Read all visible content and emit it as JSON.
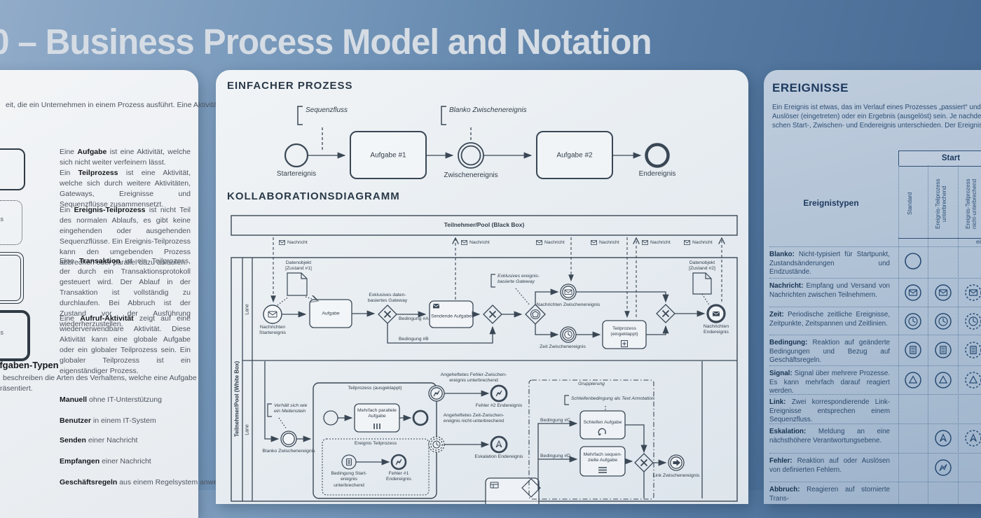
{
  "poster": {
    "title": "0 – Business Process Model and Notation"
  },
  "left_panel": {
    "intro_fragment": "eit, die ein Unternehmen in einem Prozess ausführt. Eine Aktivität",
    "shape_fragment_1": "ss",
    "shape_fragment_2": "ss",
    "definitions": [
      {
        "pre": "Eine ",
        "term": "Aufgabe",
        "post": " ist eine Aktivität, welche sich nicht weiter verfeinern lässt."
      },
      {
        "pre": "Ein ",
        "term": "Teilprozess",
        "post": " ist eine Aktivität, welche sich durch weitere Aktivitäten, Gateways, Ereignisse und Sequenzflüsse zusammensetzt."
      },
      {
        "pre": "Ein ",
        "term": "Ereignis-Teilprozess",
        "post": " ist nicht Teil des normalen Ablaufs, es gibt keine eingehenden oder ausgehenden Sequenzflüsse. Ein Ereignis-Teilprozess kann den umgebenden Prozess abbrechen oder parallel dazu ablaufen."
      },
      {
        "pre": "Eine ",
        "term": "Transaktion",
        "post": " ist ein Teilprozess, der durch ein Transaktionsprotokoll gesteuert wird. Der Ablauf in der Transaktion ist vollständig zu durchlaufen. Bei Abbruch ist der Zustand vor der Ausführung wiederherzustellen."
      },
      {
        "pre": "Eine ",
        "term": "Aufruf-Aktivität",
        "post": " zeigt auf eine wiederverwendbare Aktivität. Diese Aktivität kann eine globale Aufgabe oder ein globaler Teilprozess sein. Ein globaler Teilprozess ist ein eigenständiger Prozess."
      }
    ],
    "types_heading": "Aufgaben-Typen",
    "types_intro_line1": "beschreiben die Arten des Verhaltens, welche eine Aufgabe",
    "types_intro_line2": "räsentiert.",
    "task_types": [
      {
        "term": "Manuell",
        "rest": " ohne IT-Unterstützung"
      },
      {
        "term": "Benutzer",
        "rest": " in einem IT-System"
      },
      {
        "term": "Senden",
        "rest": " einer Nachricht"
      },
      {
        "term": "Empfangen",
        "rest": " einer Nachricht"
      },
      {
        "term": "Geschäftsregeln",
        "rest": " aus einem Regelsystem anwenden"
      }
    ]
  },
  "simple_process": {
    "heading": "EINFACHER PROZESS",
    "annotation_sequence_flow": "Sequenzfluss",
    "annotation_blank_event": "Blanko Zwischenereignis",
    "start_event": "Startereignis",
    "task1": "Aufgabe #1",
    "intermediate_event": "Zwischenereignis",
    "task2": "Aufgabe #2",
    "end_event": "Endereignis"
  },
  "collab": {
    "heading": "KOLLABORATIONSDIAGRAMM",
    "black_box_pool": "Teilnehmer/Pool (Black Box)",
    "white_box_pool": "Teilnehmer/Pool (White Box)",
    "lane_label": "Lane",
    "message_label": "Nachricht",
    "l1": {
      "msg_start": "Nachrichten Startereignis",
      "data_obj1": "Datenobjekt [Zustand #1]",
      "task": "Aufgabe",
      "gw1_label": "Exklusives daten-basiertes Gateway",
      "cond_a": "Bedingung #A",
      "send_task": "Sendende Aufgabe",
      "cond_b": "Bedingung #B",
      "event_gw_annotation": "Exklusives ereignis-basierte Gateway",
      "msg_intermediate": "Nachrichten Zwischenereignis",
      "timer_intermediate": "Zeit Zwischenereignis",
      "collapsed_sub": "Teilprozess (eingeklappt)",
      "data_obj2": "Datenobjekt [Zustand #2]",
      "msg_end": "Nachrichten Endereignis"
    },
    "l2": {
      "milestone_annotation": "Verhält sich wie ein Meilenstein",
      "blanko_intermediate": "Blanko Zwischenereignis",
      "expanded_sub": "Teilprozess (ausgeklappt)",
      "multi_parallel_task": "Mehrfach parallele Aufgabe",
      "event_subprocess": "Ereignis Teilprozess",
      "cond_start": "Bedingung Start-ereignis unterbrechend",
      "error_end1": "Fehler #1 Endereignis",
      "boundary_error_annotation": "Angeheftetes Fehler-Zwischen-ereignis unterbrechend",
      "error_end2": "Fehler #2 Endereignis",
      "boundary_timer_annotation": "Angeheftetes Zeit-Zwischen-ereignis nicht-unterbrechend",
      "escalation_end": "Eskalation Endereignis",
      "group": "Gruppierung",
      "loop_annotation": "Schleifenbedingung als Text Annotation",
      "cond_c": "Bedingung #C",
      "loop_task": "Schleifen Aufgabe",
      "cond_d": "Bedingung #D",
      "multi_seq_task": "Mehrfach sequen-zielle Aufgabe",
      "link_intermediate": "Link Zwischenereignis"
    }
  },
  "events_panel": {
    "heading": "EREIGNISSE",
    "intro_line1": "Ein Ereignis ist etwas, das im Verlauf eines Prozesses „passiert“ und de",
    "intro_line2": "Auslöser (eingetreten) oder ein Ergebnis (ausgelöst) sein. Je nachdem w",
    "intro_line3": "schen Start-, Zwischen- und Endereignis unterschieden. Der Ereignistyp",
    "table": {
      "col_group": "Start",
      "row_header": "Ereignistypen",
      "subcol1": "Standard",
      "subcol2": "Ereignis-Teilprozess unterbrechend",
      "subcol3": "Ereignis-Teilprozess nicht-unterbrechend",
      "mode_label": "eintretend",
      "rows": [
        {
          "term": "Blanko:",
          "text": " Nicht-typisiert für Startpunkt, Zustandsänderungen und Endzustände."
        },
        {
          "term": "Nachricht:",
          "text": " Empfang und Versand von Nachrichten zwischen Teilnehmern."
        },
        {
          "term": "Zeit:",
          "text": " Periodische zeitliche Ereignisse, Zeitpunkte, Zeitspannen und Zeitlinien."
        },
        {
          "term": "Bedingung:",
          "text": " Reaktion auf geänderte Bedingungen und Bezug auf Geschäftsregeln."
        },
        {
          "term": "Signal:",
          "text": " Signal über mehrere Prozesse. Es kann mehrfach darauf reagiert werden."
        },
        {
          "term": "Link:",
          "text": " Zwei korrespondierende Link-Ereignisse entsprechen einem Sequenzfluss."
        },
        {
          "term": "Eskalation:",
          "text": " Meldung an eine nächsthöhere Verantwortungsebene."
        },
        {
          "term": "Fehler:",
          "text": " Reaktion auf oder Auslösen von definierten Fehlern."
        },
        {
          "term": "Abbruch:",
          "text": " Reagieren auf stornierte Trans-"
        }
      ]
    }
  }
}
